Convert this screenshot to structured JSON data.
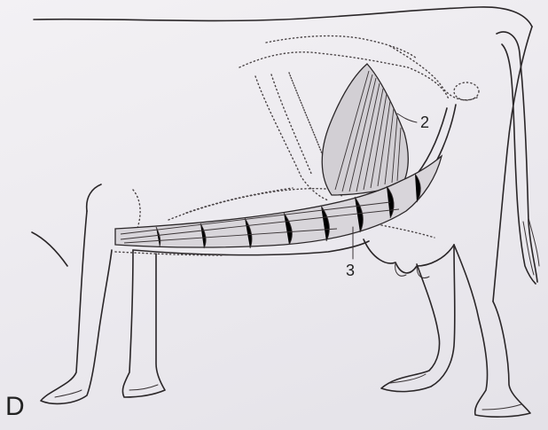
{
  "figure": {
    "panel_letter": "D",
    "callouts": [
      {
        "label": "2"
      },
      {
        "label": "3"
      }
    ]
  }
}
